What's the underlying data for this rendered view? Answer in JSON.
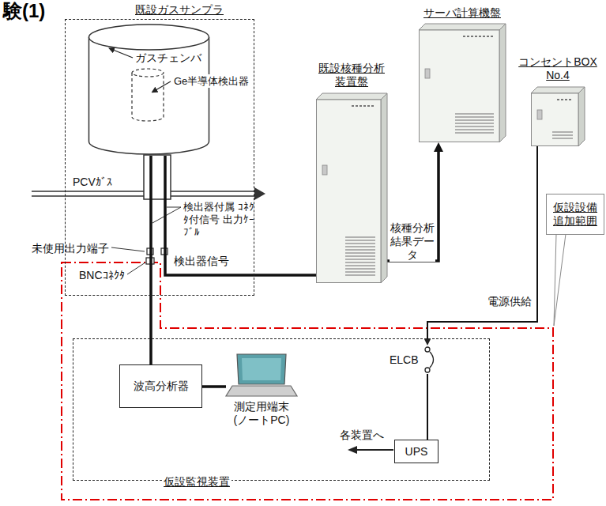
{
  "diagram": {
    "title": "験(1)",
    "nodes": [
      {
        "text": [
          "既設ガスサンプラ"
        ]
      },
      {
        "text": [
          "ガスチェンバ"
        ],
        "in": 0
      },
      {
        "text": [
          "Ge半導体検出器"
        ],
        "in": 1
      },
      {
        "text": [
          "サーバ計算機盤"
        ]
      },
      {
        "text": [
          "既設核種分析 装置盤"
        ]
      },
      {
        "text": [
          "コンセントBOX No.4"
        ]
      },
      {
        "text": [
          "仮設設備 追加範囲"
        ]
      },
      {
        "text": [
          "仮設監視装置"
        ]
      },
      {
        "text": [
          "波高分析器"
        ],
        "in": 7
      },
      {
        "text": [
          "測定用端末 (ノートPC)"
        ],
        "in": 7
      },
      {
        "text": [
          "UPS"
        ],
        "in": 7
      },
      {
        "text": [
          "ELCB"
        ],
        "in": 7
      }
    ],
    "edges": [
      {
        "from": 1,
        "to": 4,
        "arrow": "none"
      },
      {
        "from": 1,
        "to": 8,
        "arrow": "none"
      },
      {
        "from": 4,
        "to": 3,
        "label": "核種分析 結果データ",
        "arrow": "to"
      },
      {
        "from": 8,
        "to": 9,
        "arrow": "none"
      },
      {
        "from": 5,
        "to": 11,
        "label": "電源供給",
        "arrow": "to"
      },
      {
        "from": 11,
        "to": 10,
        "arrow": "none"
      }
    ],
    "labels": [
      "PCVｶﾞｽ",
      "検出器付属 ｺﾈｸﾀ付信号 出力ｹｰﾌﾞﾙ",
      "未使用出力端子",
      "検出器信号",
      "BNCｺﾈｸﾀ",
      "各装置へ"
    ]
  }
}
